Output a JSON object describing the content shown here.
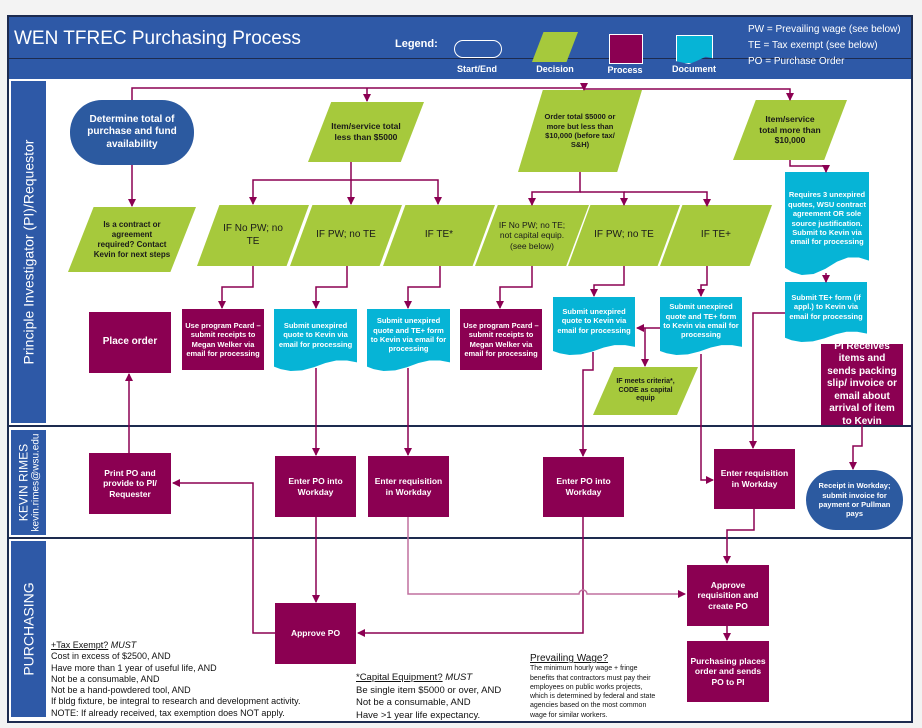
{
  "header": {
    "title": "WEN TFREC Purchasing Process",
    "legend_label": "Legend:",
    "legend": [
      {
        "label": "Start/End"
      },
      {
        "label": "Decision"
      },
      {
        "label": "Process"
      },
      {
        "label": "Document"
      }
    ],
    "abbreviations": [
      "PW = Prevailing wage (see below)",
      "TE = Tax exempt (see below)",
      "PO = Purchase Order"
    ]
  },
  "colors": {
    "header": "#2E59A7",
    "decision": "#A6C93C",
    "process": "#8B0052",
    "document": "#06B4D6",
    "start_end": "#2C5AA0",
    "connector": "#8B0052"
  },
  "lanes": {
    "pi": "Principle Investigator (PI)/Requestor",
    "kevin_name": "KEVIN RIMES",
    "kevin_email": "kevin.rimes@wsu.edu",
    "purchasing": "PURCHASING"
  },
  "nodes": {
    "start": "Determine total of purchase and fund availability",
    "lt5000": "Item/service total less than $5000",
    "mid": "Order total $5000 or more but less than $10,000 (before tax/ S&H)",
    "gt10000": "Item/service total more than $10,000",
    "contract": "Is a contract or agreement required? Contact Kevin for next steps",
    "a_nopw": "IF No PW; no TE",
    "a_pw": "IF PW; no TE",
    "a_te": "IF TE*",
    "b_nopw": "IF No PW; no TE; not capital equip. (see below)",
    "b_pw": "IF PW; no TE",
    "b_te": "IF TE+",
    "requires3": "Requires 3 unexpired quotes, WSU contract agreement OR sole source justification. Submit to Kevin via email for processing",
    "te_form": "Submit TE+ form (if appl.) to Kevin via email for processing",
    "place_order": "Place order",
    "pcard1": "Use program Pcard – submit receipts to Megan Welker via email for processing",
    "doc_quote1": "Submit unexpired quote to Kevin via email for processing",
    "doc_te1": "Submit unexpired quote and TE+ form to Kevin via email for processing",
    "pcard2": "Use program Pcard – submit receipts to Megan Welker via email for processing",
    "doc_quote2": "Submit unexpired quote to Kevin via email for processing",
    "doc_te2": "Submit unexpired quote and TE+ form to Kevin via email for processing",
    "capital": "IF meets criteria*, CODE as capital equip",
    "pi_receives": "PI Receives items and sends packing slip/ invoice or email about arrival of item to Kevin",
    "print_po": "Print PO and provide to PI/ Requester",
    "enter_po1": "Enter PO into Workday",
    "enter_req1": "Enter requisition in Workday",
    "enter_po2": "Enter PO into Workday",
    "enter_req2": "Enter requisition in Workday",
    "receipt": "Receipt in Workday; submit invoice for payment or Pullman pays",
    "approve_po": "Approve PO",
    "approve_req": "Approve requisition and create PO",
    "places_order": "Purchasing places order and sends PO to PI"
  },
  "notes": {
    "tax": {
      "heading": "+Tax Exempt?",
      "must": "MUST",
      "lines": [
        "Cost in excess of $2500, AND",
        "Have more than 1 year of useful life, AND",
        "Not be a consumable, AND",
        "Not be a hand-powdered tool, AND",
        "If bldg fixture, be integral to research and development activity.",
        "NOTE: If already received, tax exemption does NOT apply."
      ]
    },
    "capital": {
      "heading": "*Capital Equipment?",
      "must": "MUST",
      "lines": [
        "Be single item $5000 or over, AND",
        "Not be a consumable, AND",
        "Have >1 year life expectancy."
      ]
    },
    "wage": {
      "heading": "Prevailing Wage?",
      "text": "The minimum hourly wage + fringe benefits that contractors must pay their employees on public works projects, which is determined by federal and state agencies based on the most common wage for similar workers."
    }
  }
}
